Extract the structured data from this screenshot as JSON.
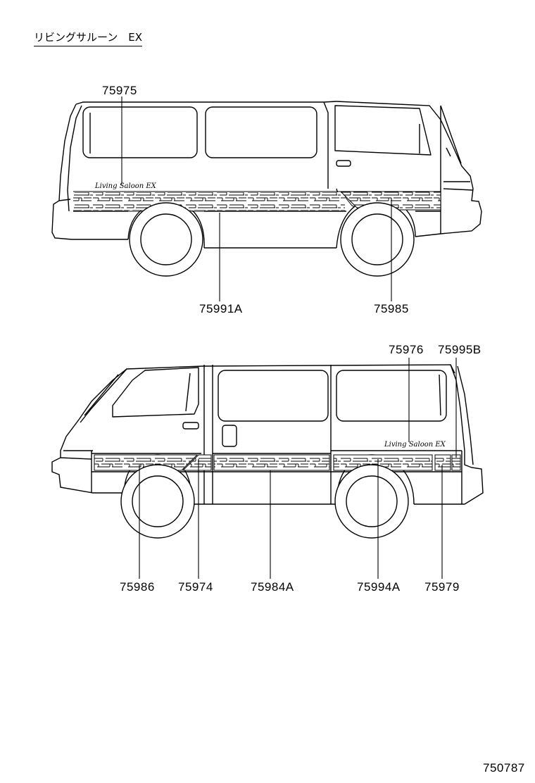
{
  "title": "リビングサルーン　EX",
  "diagram_id": "750787",
  "emblem_text": "Living Saloon EX",
  "top_view": {
    "callouts": [
      {
        "id": "c-75975",
        "label": "75975"
      },
      {
        "id": "c-75991A",
        "label": "75991A"
      },
      {
        "id": "c-75985",
        "label": "75985"
      }
    ]
  },
  "bottom_view": {
    "callouts": [
      {
        "id": "c-75976",
        "label": "75976"
      },
      {
        "id": "c-75995B",
        "label": "75995B"
      },
      {
        "id": "c-75986",
        "label": "75986"
      },
      {
        "id": "c-75974",
        "label": "75974"
      },
      {
        "id": "c-75984A",
        "label": "75984A"
      },
      {
        "id": "c-75994A",
        "label": "75994A"
      },
      {
        "id": "c-75979",
        "label": "75979"
      }
    ]
  }
}
